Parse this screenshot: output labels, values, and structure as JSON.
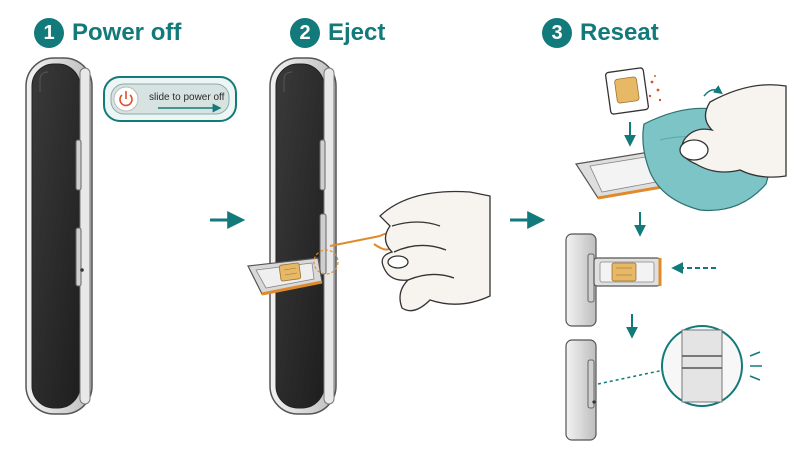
{
  "steps": [
    {
      "number": "1",
      "title": "Power off"
    },
    {
      "number": "2",
      "title": "Eject"
    },
    {
      "number": "3",
      "title": "Reseat"
    }
  ],
  "power_slider": {
    "label": "slide to power off"
  },
  "colors": {
    "teal": "#127a7a",
    "orange": "#e08a2c",
    "power_red": "#e0502c",
    "cloth": "#7cc4c6",
    "sim_gold": "#e7b865"
  },
  "icons": [
    "power-icon",
    "arrow-right-icon",
    "arrow-down-icon",
    "sim-tray-icon",
    "sim-card-icon",
    "eject-pin-icon",
    "magnifier-icon"
  ]
}
